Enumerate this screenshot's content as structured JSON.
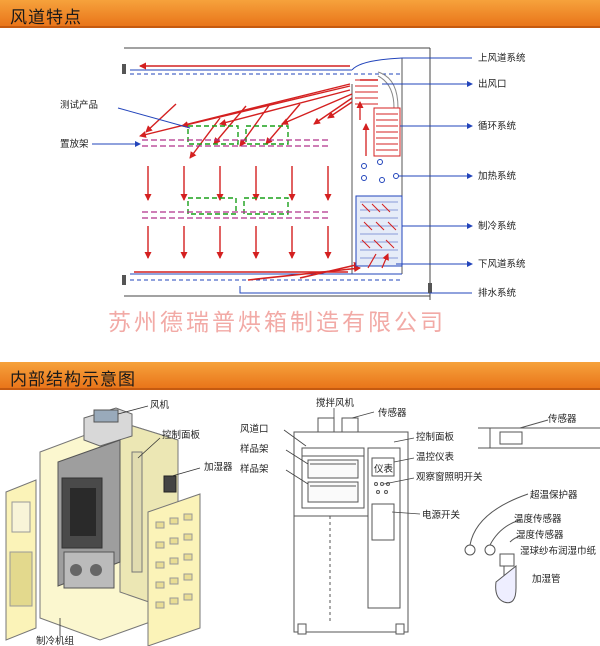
{
  "section1": {
    "title": "风道特点",
    "labels": {
      "upper_duct": "上风道系统",
      "outlet": "出风口",
      "circulation": "循环系统",
      "heating": "加热系统",
      "cooling": "制冷系统",
      "lower_duct": "下风道系统",
      "drainage": "排水系统",
      "test_product": "测试产品",
      "rack": "置放架"
    },
    "watermark": "苏州德瑞普烘箱制造有限公司"
  },
  "section2": {
    "title": "内部结构示意图",
    "left_labels": {
      "fan": "风机",
      "control_panel": "控制面板",
      "humidifier": "加湿器",
      "bottom": "制冷机组"
    },
    "center_labels": {
      "stir_fan": "搅拌风机",
      "sensor": "传感器",
      "duct_mouth": "风道口",
      "sample_rack_1": "样品架",
      "sample_rack_2": "样品架",
      "control_panel": "控制面板",
      "instrument": "仪表",
      "temp_controller": "温控仪表",
      "light_switch": "观察窗照明开关",
      "power_switch": "电源开关"
    },
    "right_labels": {
      "sensor": "传感器",
      "overtemp": "超温保护器",
      "temp_sensor": "温度传感器",
      "humidity_sensor": "湿度传感器",
      "wet_bulb": "湿球纱布润湿巾纸",
      "humid_pipe": "加湿管"
    }
  },
  "colors": {
    "header_top": "#f6a23c",
    "header_bottom": "#e9751a",
    "arrow_red": "#d42020",
    "rack_magenta": "#b0308a",
    "product_green": "#1aa01a",
    "duct_blue": "#2244bb",
    "watermark": "#f2aaa6"
  }
}
